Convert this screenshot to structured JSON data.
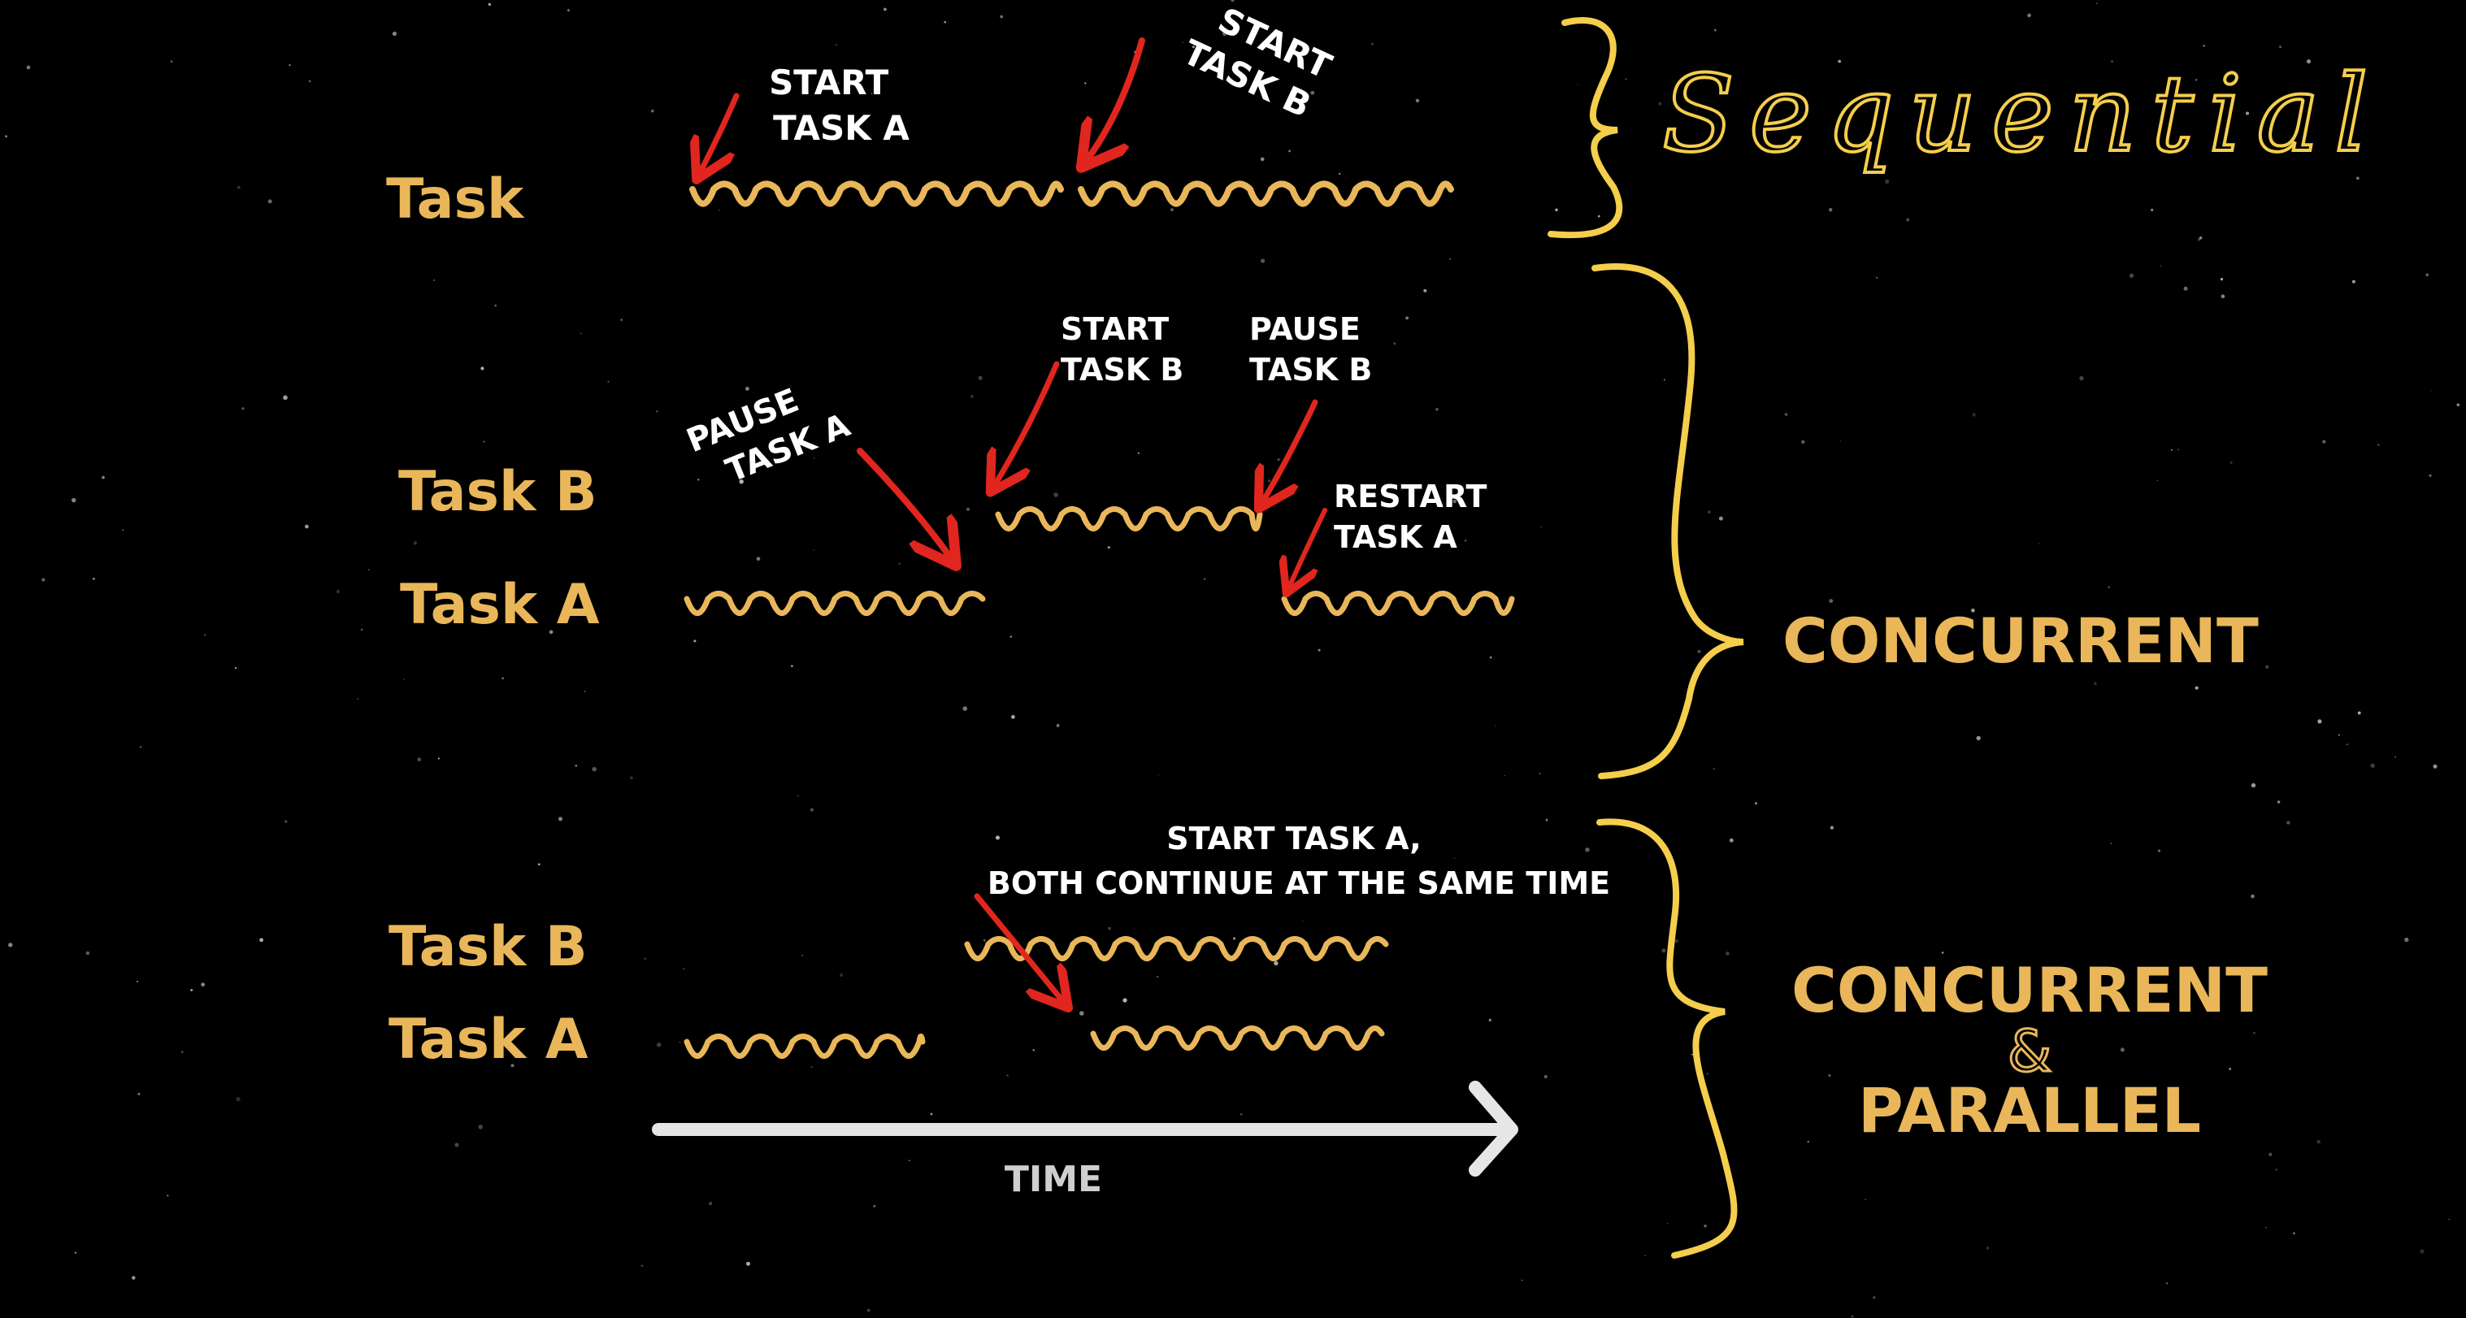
{
  "colors": {
    "background": "#000000",
    "gold": "#E9B75A",
    "brace": "#F4CE4C",
    "arrow": "#E0261E",
    "white": "#FFFFFF",
    "timeline": "#E6E6E6"
  },
  "sequential": {
    "row_label": "Task",
    "start_a": [
      "START",
      "TASK A"
    ],
    "start_b": [
      "START",
      "TASK B"
    ],
    "brace_label": "Sequential"
  },
  "concurrent": {
    "row_b": "Task B",
    "row_a": "Task A",
    "pause_a": [
      "PAUSE",
      "TASK A"
    ],
    "start_b": [
      "START",
      "TASK B"
    ],
    "pause_b": [
      "PAUSE",
      "TASK B"
    ],
    "restart_a": [
      "RESTART",
      "TASK A"
    ],
    "brace_label": "CONCURRENT"
  },
  "parallel": {
    "row_b": "Task B",
    "row_a": "Task A",
    "note_line1": "START TASK A,",
    "note_line2": "BOTH CONTINUE AT THE SAME TIME",
    "label_line1": "CONCURRENT",
    "label_amp": "&",
    "label_line2": "PARALLEL"
  },
  "timeline": {
    "label": "TIME"
  }
}
